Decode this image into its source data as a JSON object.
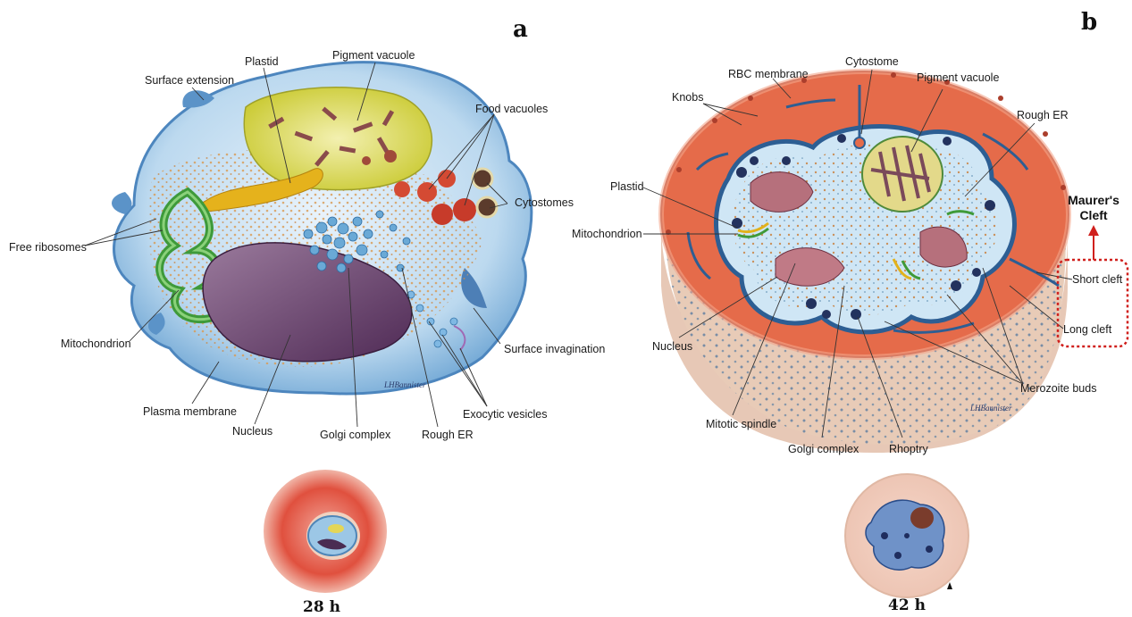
{
  "panels": {
    "a": "a",
    "b": "b"
  },
  "panel_a": {
    "labels": {
      "surface_extension": "Surface extension",
      "plastid": "Plastid",
      "pigment_vacuole": "Pigment vacuole",
      "food_vacuoles": "Food vacuoles",
      "cytostomes": "Cytostomes",
      "free_ribosomes": "Free ribosomes",
      "mitochondrion": "Mitochondrion",
      "surface_invagination": "Surface invagination",
      "plasma_membrane": "Plasma membrane",
      "nucleus": "Nucleus",
      "golgi_complex": "Golgi complex",
      "rough_er": "Rough ER",
      "exocytic_vesicles": "Exocytic vesicles"
    },
    "time": "28 h"
  },
  "panel_b": {
    "labels": {
      "rbc_membrane": "RBC membrane",
      "cytostome": "Cytostome",
      "pigment_vacuole": "Pigment vacuole",
      "knobs": "Knobs",
      "rough_er": "Rough ER",
      "plastid": "Plastid",
      "mitochondrion": "Mitochondrion",
      "nucleus": "Nucleus",
      "mitotic_spindle": "Mitotic spindle",
      "golgi_complex": "Golgi complex",
      "rhoptry": "Rhoptry",
      "merozoite_buds": "Merozoite buds",
      "short_cleft": "Short cleft",
      "long_cleft": "Long cleft"
    },
    "maurers_cleft": "Maurer's\nCleft",
    "time": "42 h"
  },
  "colors": {
    "highlight": "#d0201d",
    "rbc": "#e0563a",
    "parasite": "#9cc7e6"
  }
}
